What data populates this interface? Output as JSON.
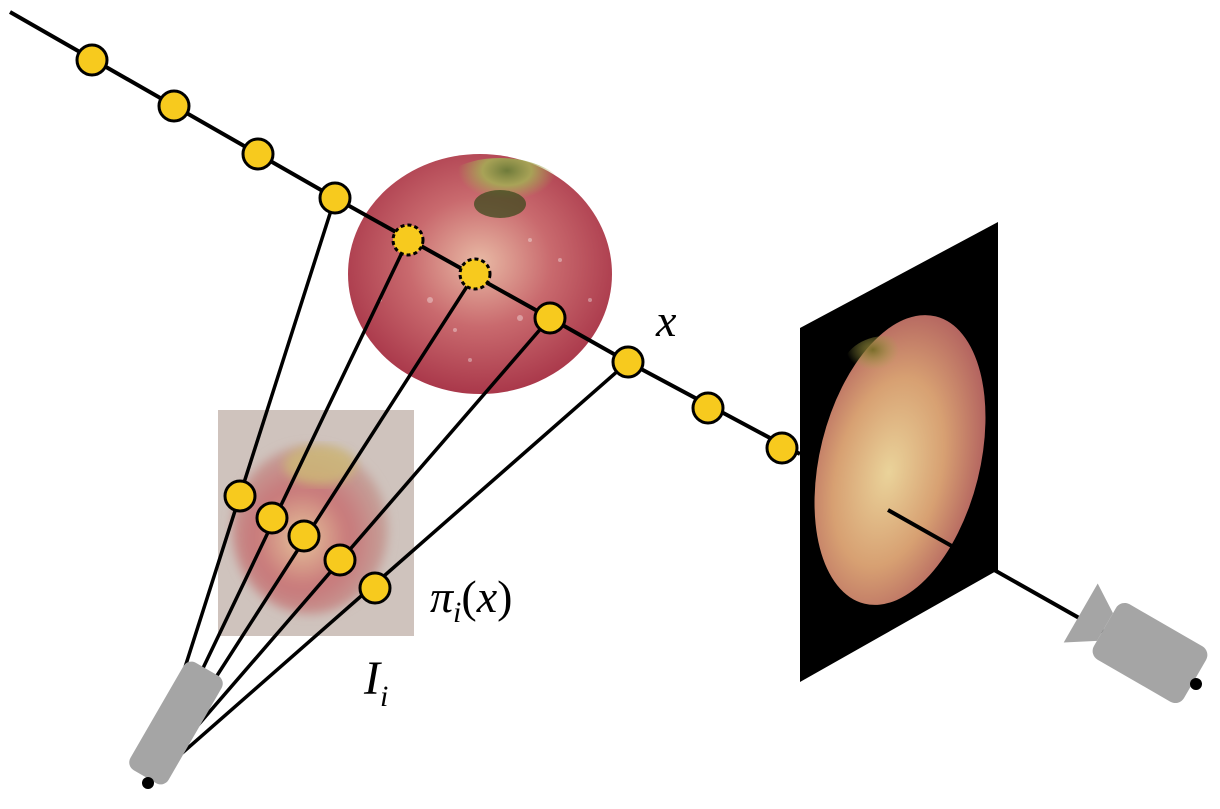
{
  "labels": {
    "point": "x",
    "projection_symbol": "π",
    "projection_subscript": "i",
    "projection_open": "(",
    "projection_arg": "x",
    "projection_close": ")",
    "image_symbol": "I",
    "image_subscript": "i"
  },
  "colors": {
    "sample_point": "#f7ca1e",
    "camera": "#a5a5a5",
    "line": "#000000",
    "background": "#ffffff"
  },
  "icons": {
    "source_camera": "camera-icon",
    "render_camera": "video-camera-icon"
  }
}
